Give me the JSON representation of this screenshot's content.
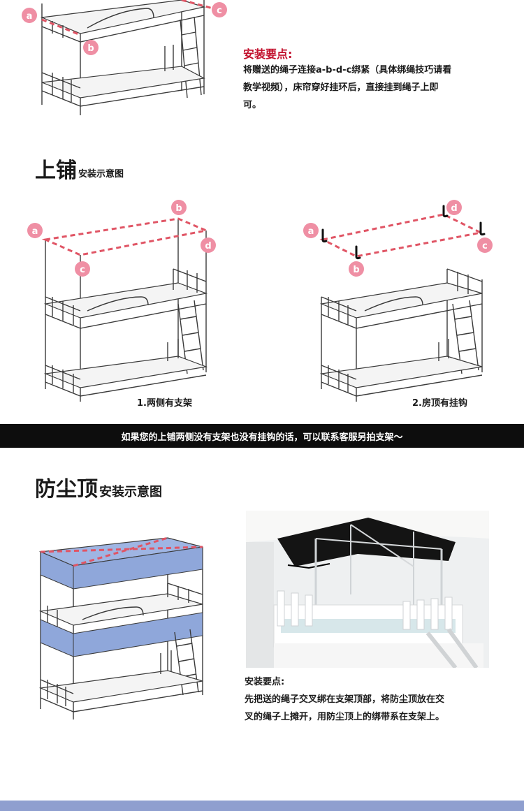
{
  "colors": {
    "tip_title": "#c2102c",
    "rope": "#e05565",
    "label_circle": "#ef8fa4",
    "banner_bg": "#0d0d0d",
    "canopy_blue": "#8fa7da",
    "footer_bar": "#8f9fcf"
  },
  "top_section": {
    "labels": [
      "a",
      "b",
      "c"
    ],
    "tip_title": "安装要点:",
    "tip_lines": [
      "将赠送的绳子连接a-b-d-c绑紧（具体绑绳技巧请看",
      "教学视频），床帘穿好挂环后，直接挂到绳子上即",
      "可。"
    ]
  },
  "upper_bunk": {
    "title": "上铺",
    "subtitle": "安装示意图",
    "diagram1": {
      "labels": [
        "a",
        "b",
        "c",
        "d"
      ],
      "caption": "1.两侧有支架"
    },
    "diagram2": {
      "labels": [
        "a",
        "b",
        "c",
        "d"
      ],
      "caption": "2.房顶有挂钩"
    }
  },
  "banner": {
    "text": "如果您的上铺两侧没有支架也没有挂钩的话，可以联系客服另拍支架～"
  },
  "dust_top": {
    "title": "防尘顶",
    "subtitle": "安装示意图",
    "tip_title": "安装要点:",
    "tip_lines": [
      "先把送的绳子交叉绑在支架顶部，将防尘顶放在交",
      "叉的绳子上摊开，用防尘顶上的绑带系在支架上。"
    ]
  },
  "icons": [
    "hook-icon"
  ]
}
